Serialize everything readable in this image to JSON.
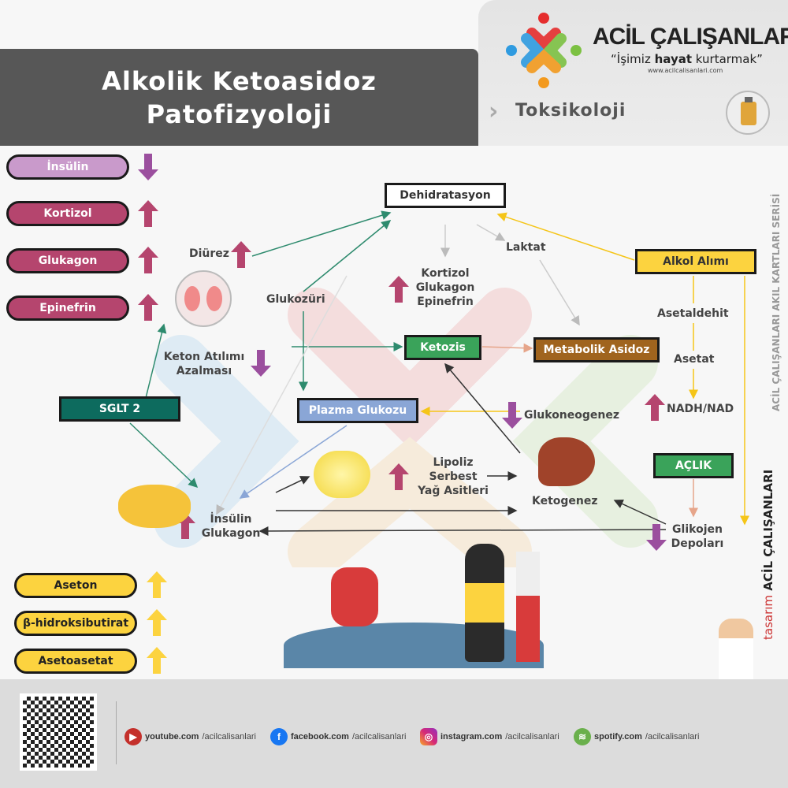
{
  "header": {
    "title_line1": "Alkolik Ketoasidoz",
    "title_line2": "Patofizyoloji",
    "brand": "ACİL ÇALIŞANLARI",
    "slogan_pre": "“İşimiz ",
    "slogan_bold": "hayat",
    "slogan_post": " kurtarmak”",
    "url": "www.acilcalisanlari.com",
    "category": "Toksikoloji"
  },
  "hormones": [
    {
      "label": "İnsülin",
      "dir": "down"
    },
    {
      "label": "Kortizol",
      "dir": "up"
    },
    {
      "label": "Glukagon",
      "dir": "up"
    },
    {
      "label": "Epinefrin",
      "dir": "up"
    }
  ],
  "ketones": [
    {
      "label": "Aseton"
    },
    {
      "label": "β-hidroksibutirat"
    },
    {
      "label": "Asetoasetat"
    }
  ],
  "boxes": {
    "dehidratasyon": "Dehidratasyon",
    "alkol": "Alkol Alımı",
    "ketozis": "Ketozis",
    "asidoz": "Metabolik Asidoz",
    "sglt2": "SGLT 2",
    "plazma": "Plazma Glukozu",
    "aclik": "AÇLIK"
  },
  "labels": {
    "diurez": "Diürez",
    "glukozuri": "Glukozüri",
    "laktat": "Laktat",
    "kge1": "Kortizol",
    "kge2": "Glukagon",
    "kge3": "Epinefrin",
    "asetaldehit": "Asetaldehit",
    "asetat": "Asetat",
    "nadh": "NADH/NAD",
    "keton1": "Keton Atılımı",
    "keton2": "Azalması",
    "glukoneogenez": "Glukoneogenez",
    "lipoliz1": "Lipoliz",
    "lipoliz2": "Serbest",
    "lipoliz3": "Yağ Asitleri",
    "ketogenez": "Ketogenez",
    "ins1": "İnsülin",
    "ins2": "Glukagon",
    "glik1": "Glikojen",
    "glik2": "Depoları"
  },
  "side": {
    "series": "ACİL ÇALIŞANLARI AKIL KARTLARI SERİSİ",
    "design_pre": "tasarım",
    "design_brand": "ACİL ÇALIŞANLARI"
  },
  "social": [
    {
      "site": "youtube.com",
      "handle": "/acilcalisanlari",
      "icon": "youtube-icon"
    },
    {
      "site": "facebook.com",
      "handle": "/acilcalisanlari",
      "icon": "facebook-icon"
    },
    {
      "site": "instagram.com",
      "handle": "/acilcalisanlari",
      "icon": "instagram-icon"
    },
    {
      "site": "spotify.com",
      "handle": "/acilcalisanlari",
      "icon": "spotify-icon"
    }
  ],
  "colors": {
    "up": "#b5456e",
    "down": "#9b4f9e",
    "yellow": "#fcd33f",
    "green": "#3aa35a",
    "brown": "#a0641e",
    "teal": "#0d6b5e",
    "blue": "#8aa6d6"
  }
}
